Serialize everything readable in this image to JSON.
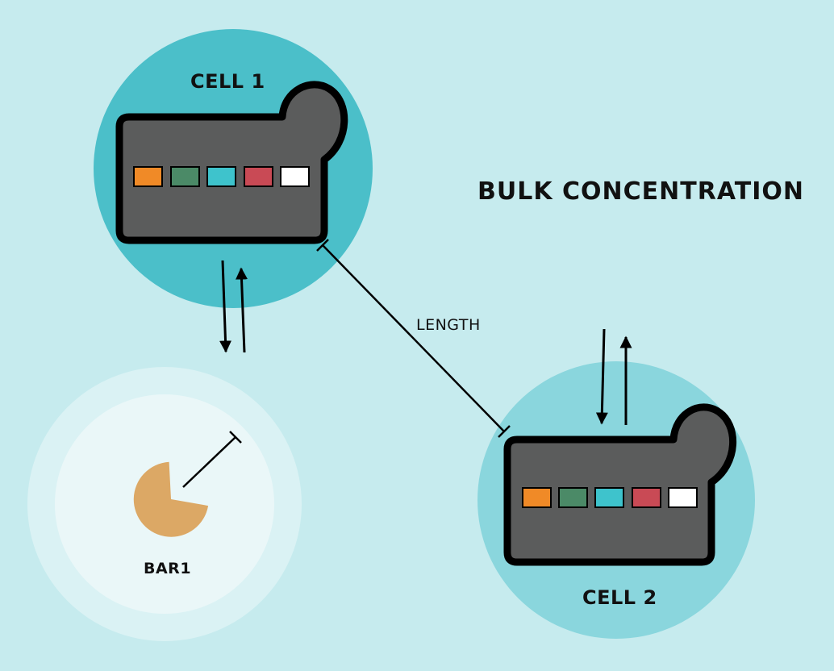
{
  "diagram": {
    "bulk_label": "BULK CONCENTRATION",
    "length_label": "LENGTH",
    "cells": [
      {
        "label": "CELL 1",
        "circle_color": "#4bbfc9"
      },
      {
        "label": "CELL 2",
        "circle_color": "#8ad6dd"
      }
    ],
    "bar1": {
      "label": "BAR1",
      "color": "#dca865"
    },
    "reporter_colors": [
      "#f08a27",
      "#4b8a67",
      "#3ec3cc",
      "#c94a55",
      "#ffffff"
    ],
    "colors": {
      "background": "#c6ebee",
      "cell_body": "#5b5c5c",
      "cell_outline": "#000000",
      "bar1_halo_outer": "#daf2f4",
      "bar1_halo_inner": "#eaf7f8"
    }
  }
}
